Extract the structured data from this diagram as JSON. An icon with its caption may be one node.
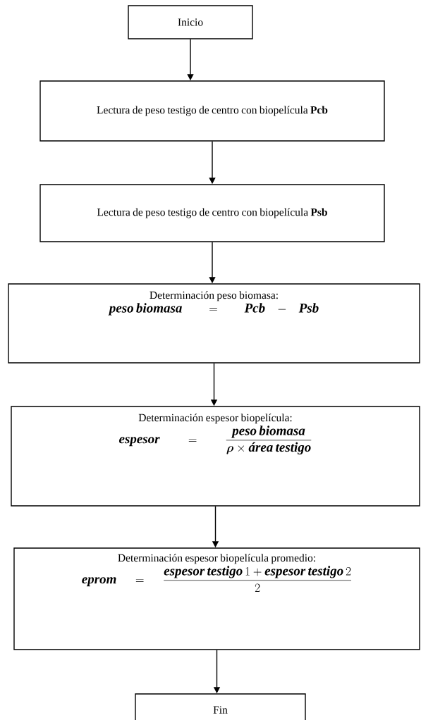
{
  "diagram": {
    "nodes": [
      {
        "text": [
          "Inicio"
        ]
      },
      {
        "text": [
          "Lectura de peso testigo de centro con biopelícula **Pcb**"
        ]
      },
      {
        "text": [
          "Lectura de peso testigo de centro con biopelícula **Psb**"
        ]
      },
      {
        "text": [
          "Determinación peso biomasa:",
          "\\textbf{\\textit{peso biomasa}} = \\textbf{\\textit{Pcb}} - \\textbf{\\textit{Psb}}"
        ]
      },
      {
        "text": [
          "Determinación espesor biopelícula:",
          "\\textbf{\\textit{espesor}} = \\frac{\\textbf{\\textit{peso biomasa}}}{\\boldsymbol{\\rho} \\times \\textbf{\\textit{área testigo}}}"
        ]
      },
      {
        "text": [
          "Determinación espesor biopelícula promedio:",
          "\\textbf{\\textit{eprom}} = \\frac{\\textbf{\\textit{espesor testigo}}\\,1 + \\textbf{\\textit{espesor testigo}}\\,2}{2}"
        ]
      },
      {
        "text": [
          "Fin"
        ]
      }
    ],
    "edges": [
      {
        "from": 0,
        "to": 1,
        "arrow": "to"
      },
      {
        "from": 1,
        "to": 2,
        "arrow": "to"
      },
      {
        "from": 2,
        "to": 3,
        "arrow": "to"
      },
      {
        "from": 3,
        "to": 4,
        "arrow": "to"
      },
      {
        "from": 4,
        "to": 5,
        "arrow": "to"
      },
      {
        "from": 5,
        "to": 6,
        "arrow": "to"
      }
    ]
  }
}
